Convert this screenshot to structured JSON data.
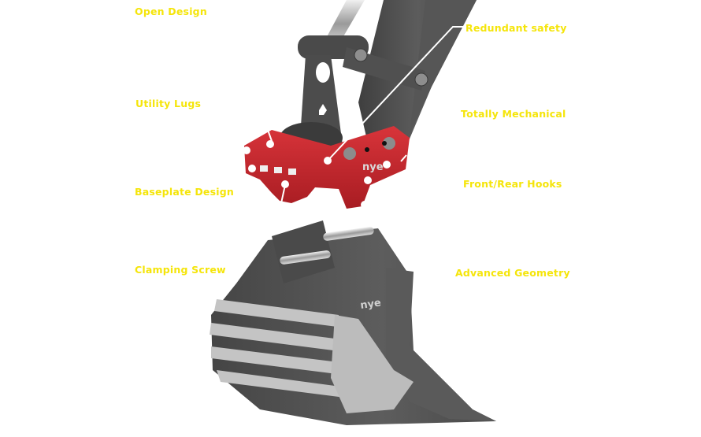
{
  "colors": {
    "label": "#f5e50a",
    "background": "#ffffff",
    "coupler_red": "#c8262b",
    "steel_dark": "#4f4f4f",
    "steel_mid": "#5e5e5e",
    "wear_plate": "#bdbdbd",
    "leader_line": "#ffffff"
  },
  "labels": {
    "open_design": "Open Design",
    "redundant_safety": "Redundant safety",
    "utility_lugs": "Utility Lugs",
    "totally_mechanical": "Totally Mechanical",
    "baseplate_design": "Baseplate Design",
    "front_rear_hooks": "Front/Rear Hooks",
    "clamping_screw": "Clamping Screw",
    "advanced_geometry": "Advanced Geometry"
  },
  "brand": {
    "coupler_logo": "nye",
    "bucket_logo": "nye"
  }
}
